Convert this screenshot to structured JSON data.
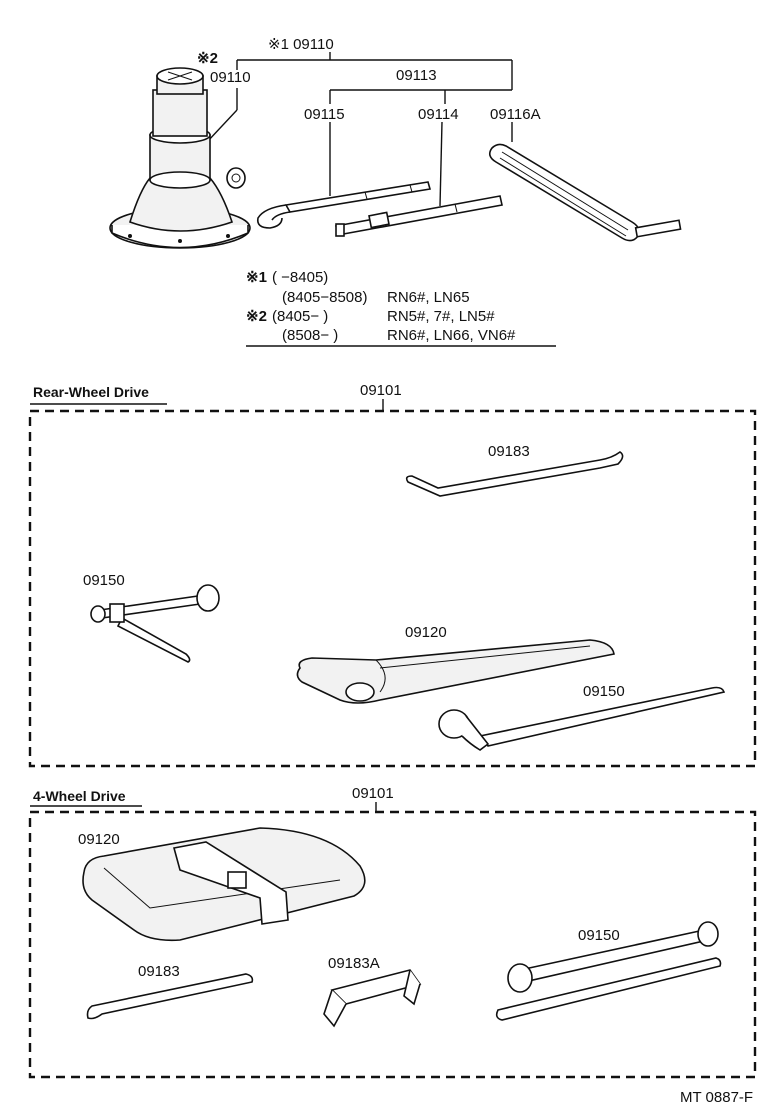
{
  "top": {
    "label_09110_main": "※1 09110",
    "label_09110_sub_mark": "※2",
    "label_09110_sub": "09110",
    "label_09113": "09113",
    "label_09115": "09115",
    "label_09114": "09114",
    "label_09116A": "09116A"
  },
  "notes": [
    {
      "mark": "※1",
      "range": "(      −8405)",
      "models": ""
    },
    {
      "mark": "",
      "range": "(8405−8508)",
      "models": "RN6#, LN65"
    },
    {
      "mark": "※2",
      "range": "(8405−       )",
      "models": "RN5#, 7#, LN5#"
    },
    {
      "mark": "",
      "range": "(8508−       )",
      "models": "RN6#, LN66, VN6#"
    }
  ],
  "rear": {
    "title": "Rear-Wheel Drive",
    "assembly": "09101",
    "part_09183": "09183",
    "part_09150a": "09150",
    "part_09120": "09120",
    "part_09150b": "09150"
  },
  "fourwd": {
    "title": "4-Wheel Drive",
    "assembly": "09101",
    "part_09120": "09120",
    "part_09183": "09183",
    "part_09183A": "09183A",
    "part_09150": "09150"
  },
  "footer": {
    "code": "MT  0887-F"
  }
}
